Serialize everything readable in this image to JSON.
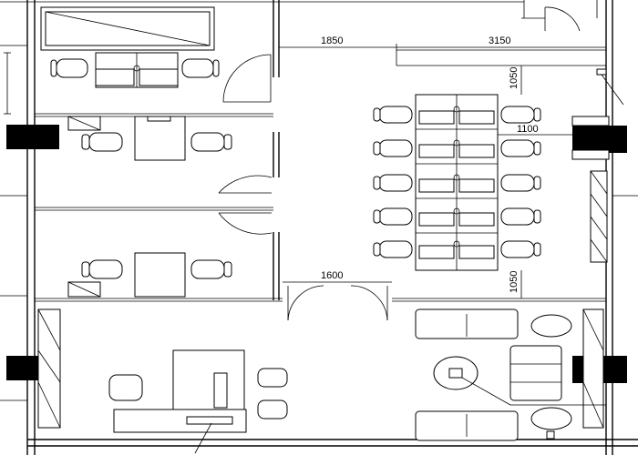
{
  "plan": {
    "dimensions": {
      "top_left": "1850",
      "top_right": "3150",
      "vertical_upper": "1050",
      "right_offset": "1100",
      "door_span": "1600",
      "vertical_lower": "1050"
    }
  }
}
